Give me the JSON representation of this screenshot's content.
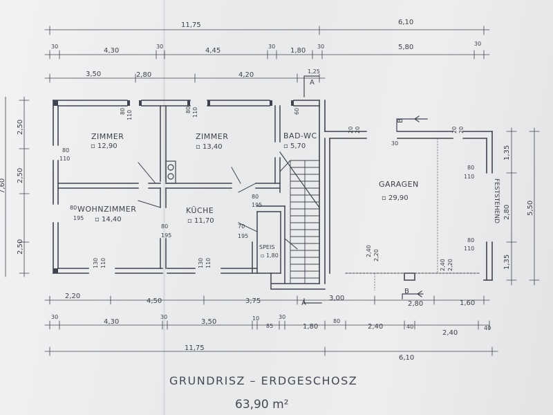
{
  "title": "GRUNDRISZ – ERDGESCHOSZ",
  "total_area": "63,90 m²",
  "rooms": [
    {
      "name": "ZIMMER",
      "area": "12,90"
    },
    {
      "name": "ZIMMER",
      "area": "13,40"
    },
    {
      "name": "BAD-WC",
      "area": "5,70"
    },
    {
      "name": "WOHNZIMMER",
      "area": "14,40"
    },
    {
      "name": "KÜCHE",
      "area": "11,70"
    },
    {
      "name": "SPEIS",
      "area": "1,80"
    },
    {
      "name": "GARAGEN",
      "area": "29,90"
    }
  ],
  "garage_side_label": "FESTSTEHEND",
  "section_marks": [
    "B",
    "B",
    "A",
    "A"
  ],
  "top_dims": {
    "row1": [
      "11,75",
      "6,10"
    ],
    "row2": [
      "30",
      "4,30",
      "30",
      "4,45",
      "30",
      "1,80",
      "30",
      "5,80",
      "30"
    ],
    "row3": [
      "3,50",
      "2,80",
      "4,20",
      "1,25"
    ]
  },
  "bottom_dims": {
    "row1": [
      "2,20",
      "4,50",
      "3,75",
      "3,00",
      "2,80",
      "1,60"
    ],
    "row2": [
      "30",
      "4,30",
      "30",
      "3,50",
      "10",
      "85",
      "30",
      "1,80",
      "80",
      "2,40",
      "40",
      "2,40",
      "40"
    ],
    "row3": [
      "11,75",
      "6,10"
    ]
  },
  "left_dims": [
    "2,50",
    "2,50",
    "2,50",
    "7,60"
  ],
  "right_dims": [
    "1,35",
    "2,80",
    "1,35",
    "5,50"
  ],
  "openings": {
    "window_80_110": [
      "80",
      "110"
    ],
    "door_80_195": [
      "80",
      "195"
    ],
    "window_130_110": [
      "130",
      "110"
    ],
    "door_70_195": [
      "70",
      "195"
    ],
    "stair_dims": [
      "2,40",
      "2,20",
      "2,40",
      "2,20"
    ],
    "misc": [
      "60",
      "20",
      "20",
      "20",
      "20",
      "30"
    ]
  }
}
